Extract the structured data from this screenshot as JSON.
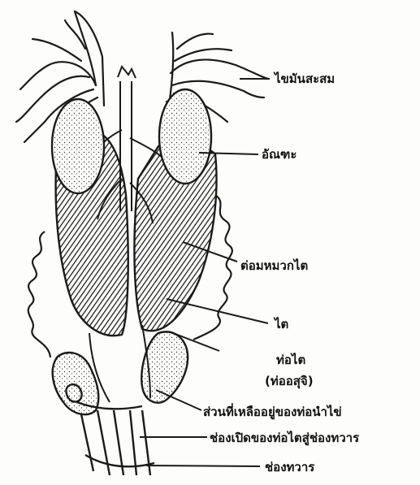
{
  "figure": {
    "ink_color": "#1a1a1a",
    "paper_color": "#fdfdfb",
    "labels": {
      "fat_body": "ไขมันสะสม",
      "testis": "อัณฑะ",
      "efferent_ducts": "ต่อมหมวกไต",
      "kidney": "ไต",
      "ureter": "ท่อไต",
      "ureter_alt": "(ท่ออสุจิ)",
      "oviduct_remnant": "ส่วนที่เหลืออยู่ของท่อนำไข่",
      "ureter_opening": "ช่องเปิดของท่อไตสู่ช่องทวาร",
      "cloaca": "ช่องทวาร"
    }
  }
}
